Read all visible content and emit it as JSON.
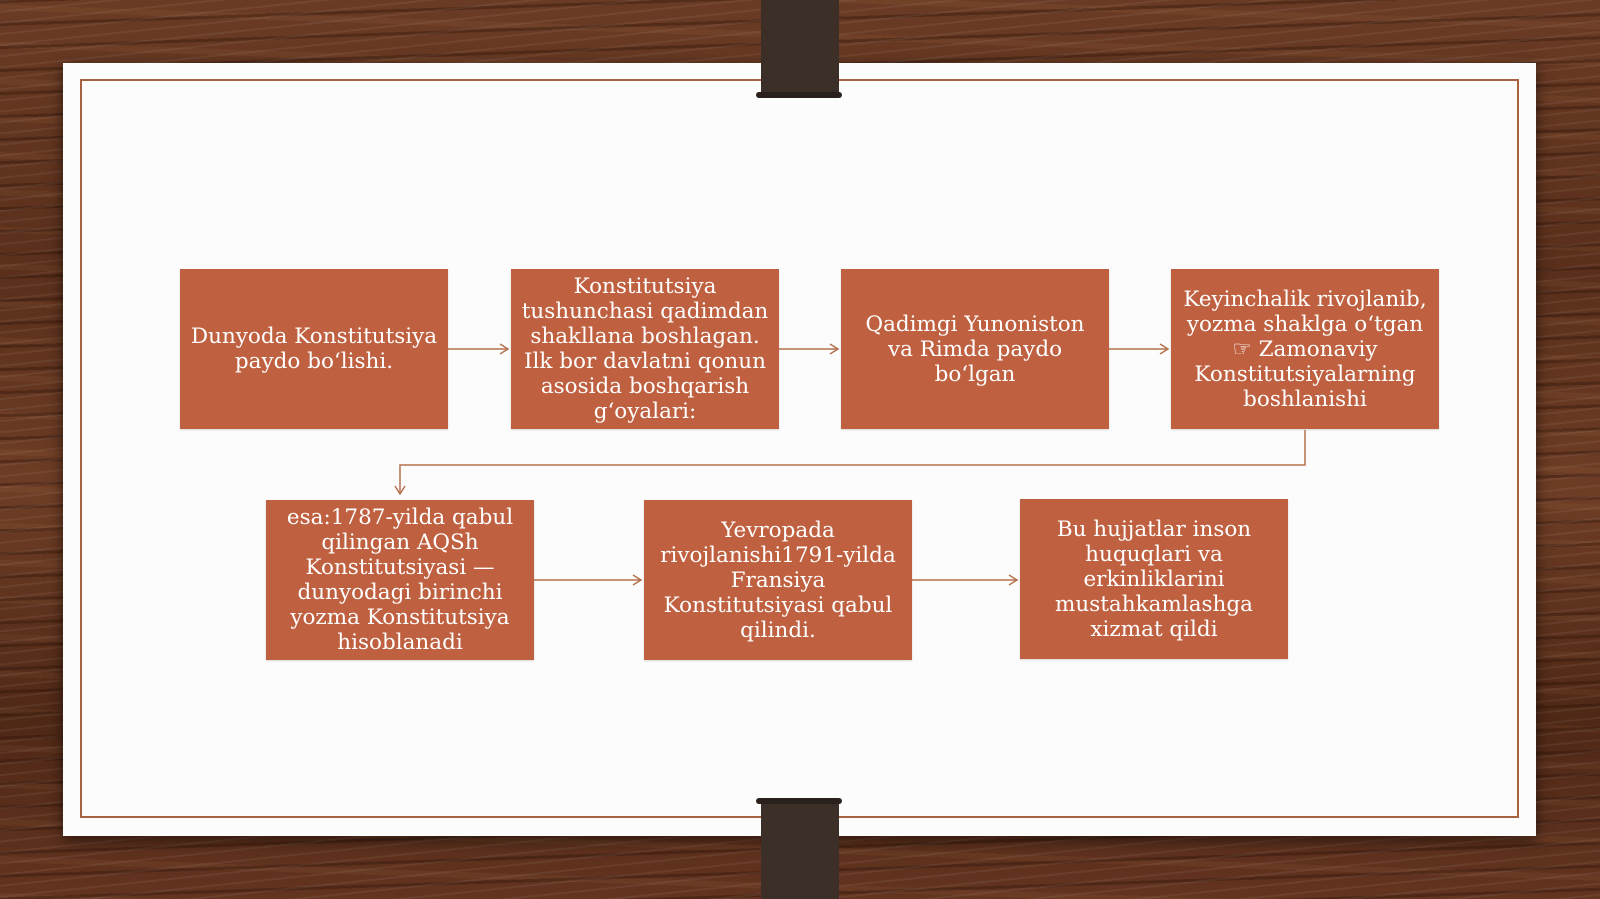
{
  "slide": {
    "boxes": [
      "Dunyoda Konstitutsiya paydo boʻlishi.",
      "Konstitutsiya tushunchasi qadimdan shakllana boshlagan. Ilk bor davlatni qonun asosida boshqarish gʻoyalari:",
      "Qadimgi Yunoniston va Rimda paydo boʻlgan",
      "Keyinchalik rivojlanib, yozma shaklga oʻtgan☞ Zamonaviy Konstitutsiyalarning boshlanishi",
      "esa:1787-yilda qabul qilingan AQSh Konstitutsiyasi — dunyodagi birinchi yozma Konstitutsiya hisoblanadi",
      "Yevropada rivojlanishi1791-yilda Fransiya Konstitutsiyasi qabul qilindi.",
      "Bu hujjatlar inson huquqlari va erkinliklarini mustahkamlashga xizmat qildi"
    ],
    "colors": {
      "box_fill": "#bf6140",
      "box_text": "#ffffff",
      "frame_line": "#a8623f",
      "connector": "#b5724e",
      "paper": "#fcfcfc",
      "clip": "#3b2f28"
    }
  }
}
